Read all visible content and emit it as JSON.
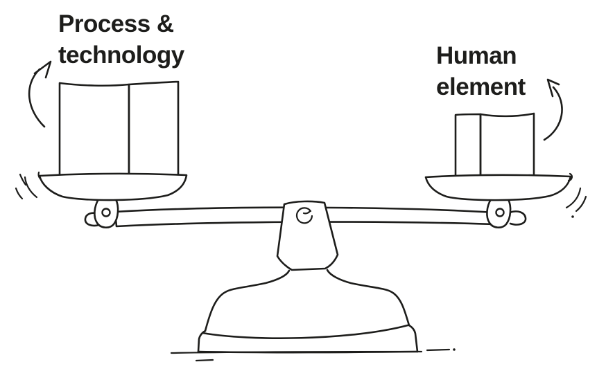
{
  "illustration": {
    "type": "balance-scale",
    "left_side": {
      "label_line1": "Process &",
      "label_line2": "technology",
      "weight_size": "large",
      "arrow_direction": "up"
    },
    "right_side": {
      "label_line1": "Human",
      "label_line2": "element",
      "weight_size": "small",
      "arrow_direction": "up"
    }
  },
  "colors": {
    "process_weight": "#5fc0eb",
    "human_weight": "#f5cf4a",
    "ink": "#1d1d1b",
    "background": "#ffffff"
  }
}
